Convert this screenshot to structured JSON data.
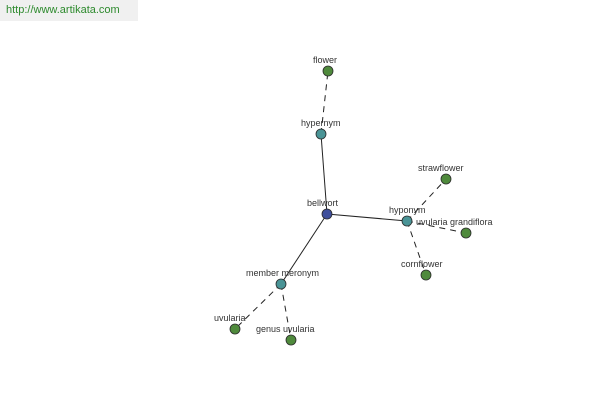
{
  "banner": {
    "url_text": "http://www.artikata.com"
  },
  "colors": {
    "center_node": "#3f4f9c",
    "relation_node": "#4a9496",
    "leaf_node": "#4f8a3c",
    "edge": "#222222"
  },
  "graph": {
    "center": {
      "label": "bellwort"
    },
    "relations": [
      {
        "label": "hypernym",
        "targets": [
          "flower"
        ]
      },
      {
        "label": "hyponym",
        "targets": [
          "strawflower",
          "uvularia grandiflora",
          "cornflower"
        ]
      },
      {
        "label": "member meronym",
        "targets": [
          "uvularia",
          "genus uvularia"
        ]
      }
    ]
  }
}
